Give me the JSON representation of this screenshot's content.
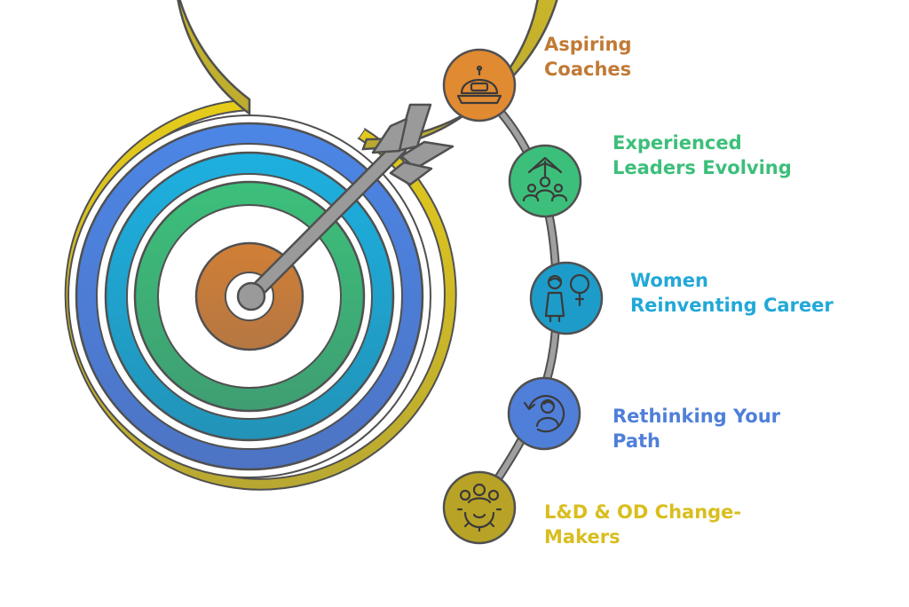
{
  "colors": {
    "ring_yellow": "#D9C21E",
    "ring_blue": "#4F7FD9",
    "ring_cyan": "#1FA8D6",
    "ring_green": "#3CB878",
    "bullseye_brown": "#C97B3A",
    "arrow_gray": "#9A9A9A",
    "path_gray": "#9E9E9E",
    "outline": "#505050"
  },
  "rings": [
    {
      "name": "outer-yellow-ring",
      "color": "#D9C21E"
    },
    {
      "name": "blue-ring",
      "color": "#4F7FD9"
    },
    {
      "name": "cyan-ring",
      "color": "#1FA8D6"
    },
    {
      "name": "green-ring",
      "color": "#3CB878"
    },
    {
      "name": "bullseye-center",
      "color": "#C97B3A"
    }
  ],
  "items": [
    {
      "icon": "coach-cap-icon",
      "color": "#E08A32",
      "text_color": "#C17A35",
      "line1": "Aspiring",
      "line2": "Coaches"
    },
    {
      "icon": "leaders-growth-icon",
      "color": "#3CBF7A",
      "text_color": "#3CBF7A",
      "line1": "Experienced",
      "line2": "Leaders Evolving"
    },
    {
      "icon": "woman-reinvent-icon",
      "color": "#1E9CC9",
      "text_color": "#22A8D8",
      "line1": "Women",
      "line2": "Reinventing Career"
    },
    {
      "icon": "rethink-path-icon",
      "color": "#4F7FD9",
      "text_color": "#4F7FD9",
      "line1": "Rethinking Your",
      "line2": "Path"
    },
    {
      "icon": "change-makers-icon",
      "color": "#B8A326",
      "text_color": "#D9BE1E",
      "line1": "L&D & OD Change-",
      "line2": "Makers"
    }
  ]
}
